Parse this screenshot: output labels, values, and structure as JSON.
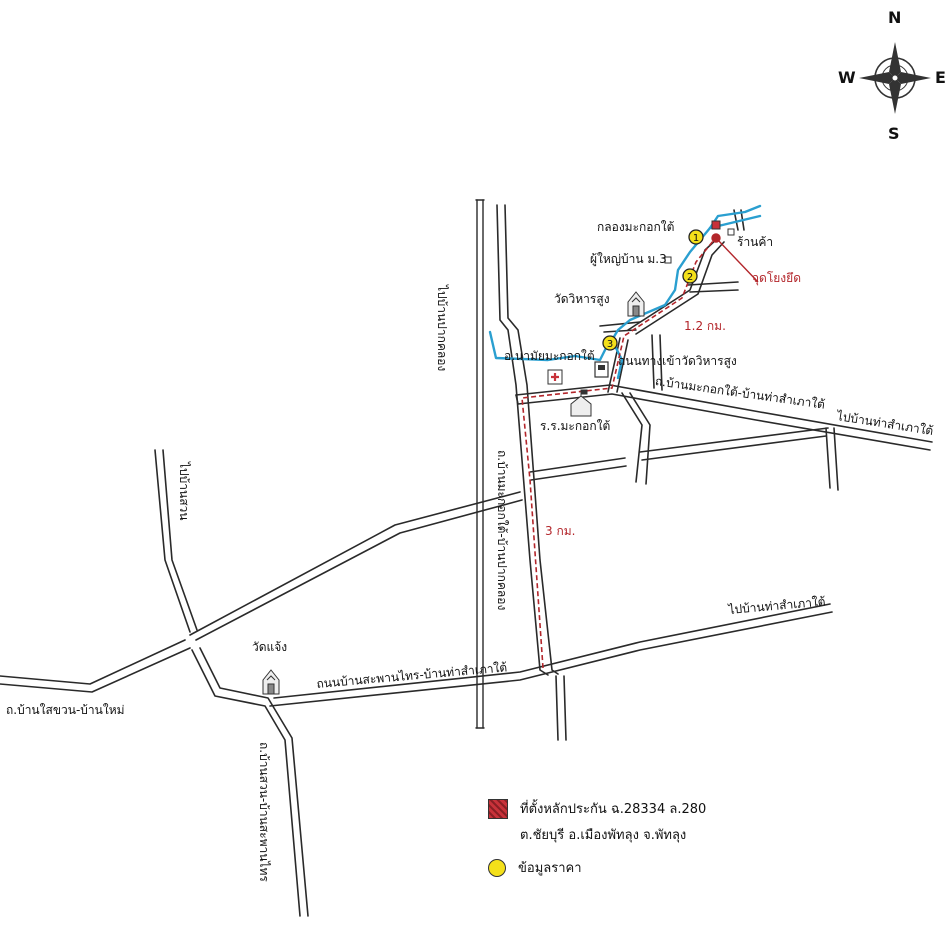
{
  "compass": {
    "n": "N",
    "s": "S",
    "e": "E",
    "w": "W"
  },
  "labels": {
    "canal": "กลองมะกอกใต้",
    "shop": "ร้านค้า",
    "village_head": "ผู้ใหญ่บ้าน ม.3",
    "anchor_point": "จุดโยงยึด",
    "temple_wihan": "วัดวิหารสูง",
    "dist_1_2": "1.2 กม.",
    "health_station": "อ.นามัยมะกอกใต้",
    "road_to_temple": "ถนนทางเข้าวัดวิหารสูง",
    "road_makok_tha": "ถ.บ้านมะกอกใต้-บ้านท่าสำเภาใต้",
    "to_tha_right": "ไปบ้านท่าสำเภาใต้",
    "school": "ร.ร.มะกอกใต้",
    "to_pak_khlong": "ไปบ้านปากคลอง",
    "to_ban_suan": "ไปบ้านสวน",
    "road_makok_pak": "ถ.บ้านมะกอกใต้-บ้านปากคลอง",
    "dist_3": "3 กม.",
    "to_tha_mid": "ไปบ้านท่าสำเภาใต้",
    "temple_chaeng": "วัดแจ้ง",
    "road_saphan_tha": "ถนนบ้านสะพานไทร-บ้านท่าสำเภาใต้",
    "road_saikuan": "ถ.บ้านใสขวน-บ้านใหม่",
    "road_suan_saphan": "ถ.บ้านสวน-บ้านสะพานไทร"
  },
  "markers": [
    "1",
    "2",
    "3"
  ],
  "legend": {
    "plot_line1": "ที่ตั้งหลักประกัน ฉ.28334 ล.280",
    "plot_line2": "ต.ชัยบุรี อ.เมืองพัทลุง จ.พัทลุง",
    "price_data": "ข้อมูลราคา"
  },
  "colors": {
    "road": "#2a2a2a",
    "canal": "#2a9fd0",
    "route": "#b3262b",
    "marker": "#f4e01a"
  }
}
